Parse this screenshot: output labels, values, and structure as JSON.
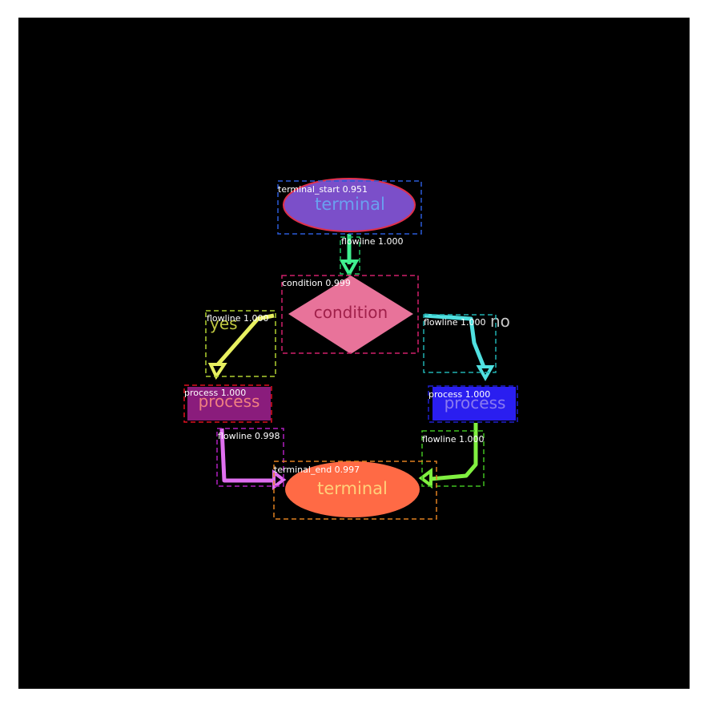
{
  "shapes": {
    "terminal_top": {
      "text": "terminal",
      "fill": "#7b4fc9",
      "stroke": "#e0304a",
      "text_color": "#6aa0f0"
    },
    "condition": {
      "text": "condition",
      "fill": "#e8739a",
      "text_color": "#a0204a"
    },
    "process_left": {
      "text": "process",
      "fill": "#8a1c7c",
      "text_color": "#f08080"
    },
    "process_right": {
      "text": "process",
      "fill": "#2a1ef0",
      "text_color": "#8a7af0"
    },
    "terminal_bottom": {
      "text": "terminal",
      "fill": "#ff6a45",
      "text_color": "#ffd07a"
    }
  },
  "handwritten_labels": {
    "yes": "yes",
    "no": "no"
  },
  "detections": [
    {
      "label": "terminal_start 0.951",
      "color": "#2a5bd8"
    },
    {
      "label": "flowline 1.000",
      "color": "#20c060"
    },
    {
      "label": "condition 0.999",
      "color": "#d0206a"
    },
    {
      "label": "flowline 1.000",
      "color": "#b0d030"
    },
    {
      "label": "flowline 1.000",
      "color": "#20b0b0"
    },
    {
      "label": "process 1.000",
      "color": "#e01020"
    },
    {
      "label": "process 1.000",
      "color": "#2020d0"
    },
    {
      "label": "flowline 0.998",
      "color": "#b020c0"
    },
    {
      "label": "flowline 1.000",
      "color": "#40c020"
    },
    {
      "label": "terminal_end 0.997",
      "color": "#e08020"
    }
  ],
  "flowline_colors": [
    "#40f090",
    "#e8f060",
    "#50e0e0",
    "#e070f0",
    "#80f040"
  ]
}
